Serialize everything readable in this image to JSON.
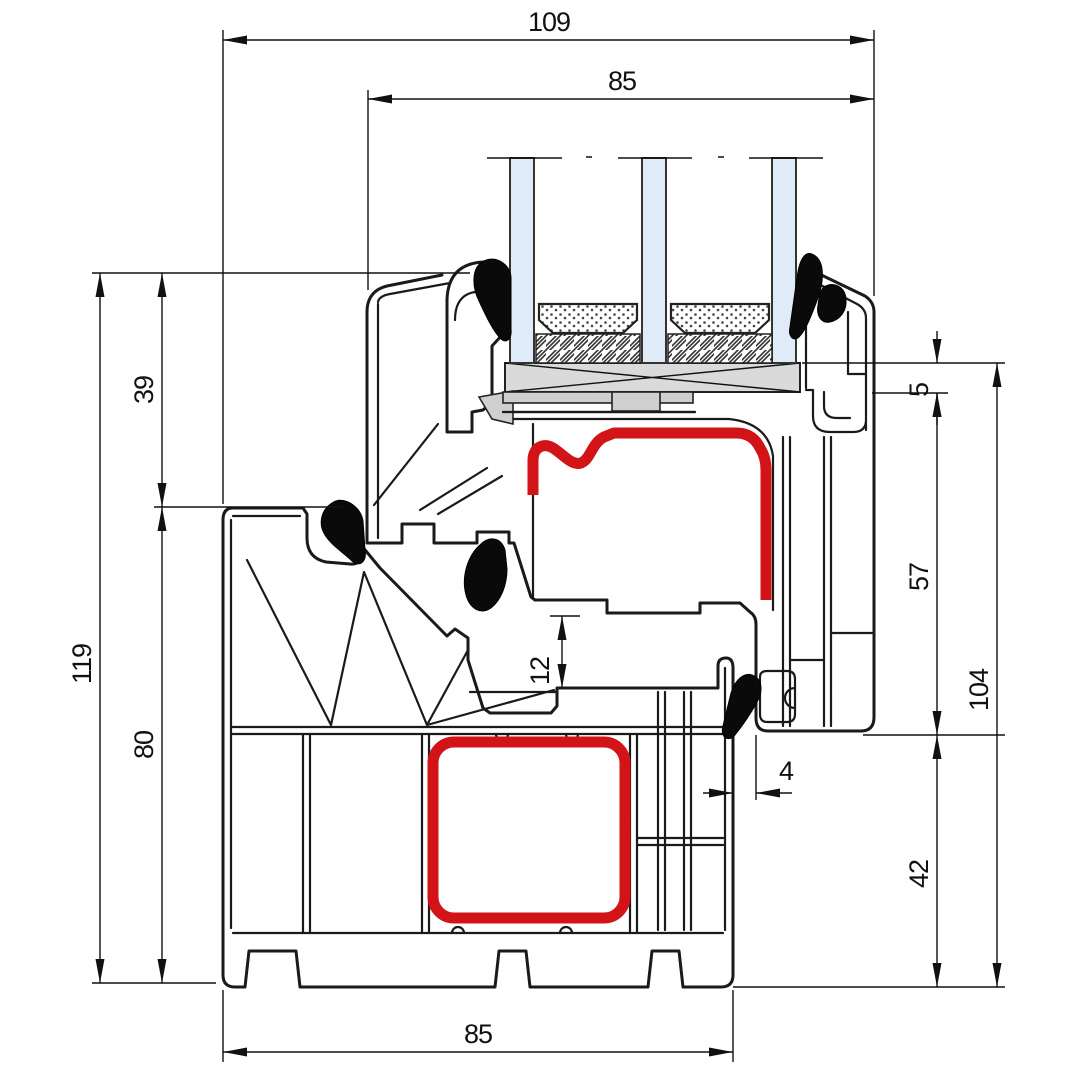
{
  "drawing": {
    "title": "PVC window frame and sash profile cross-section",
    "units": "mm",
    "colors": {
      "steel": "#d21418",
      "glass": "#dfecf7",
      "block": "#dadada",
      "gasket": "#0a0a0a",
      "line": "#1a1a1a"
    },
    "dimensions": {
      "overall_width": "109",
      "sash_width": "85",
      "upper_height": "39",
      "overall_height": "119",
      "frame_height": "80",
      "block_height": "5",
      "sash_side_height": "57",
      "side_height": "104",
      "lower_height": "42",
      "rebate_gap": "12",
      "joint_gap": "4",
      "frame_width": "85"
    }
  }
}
